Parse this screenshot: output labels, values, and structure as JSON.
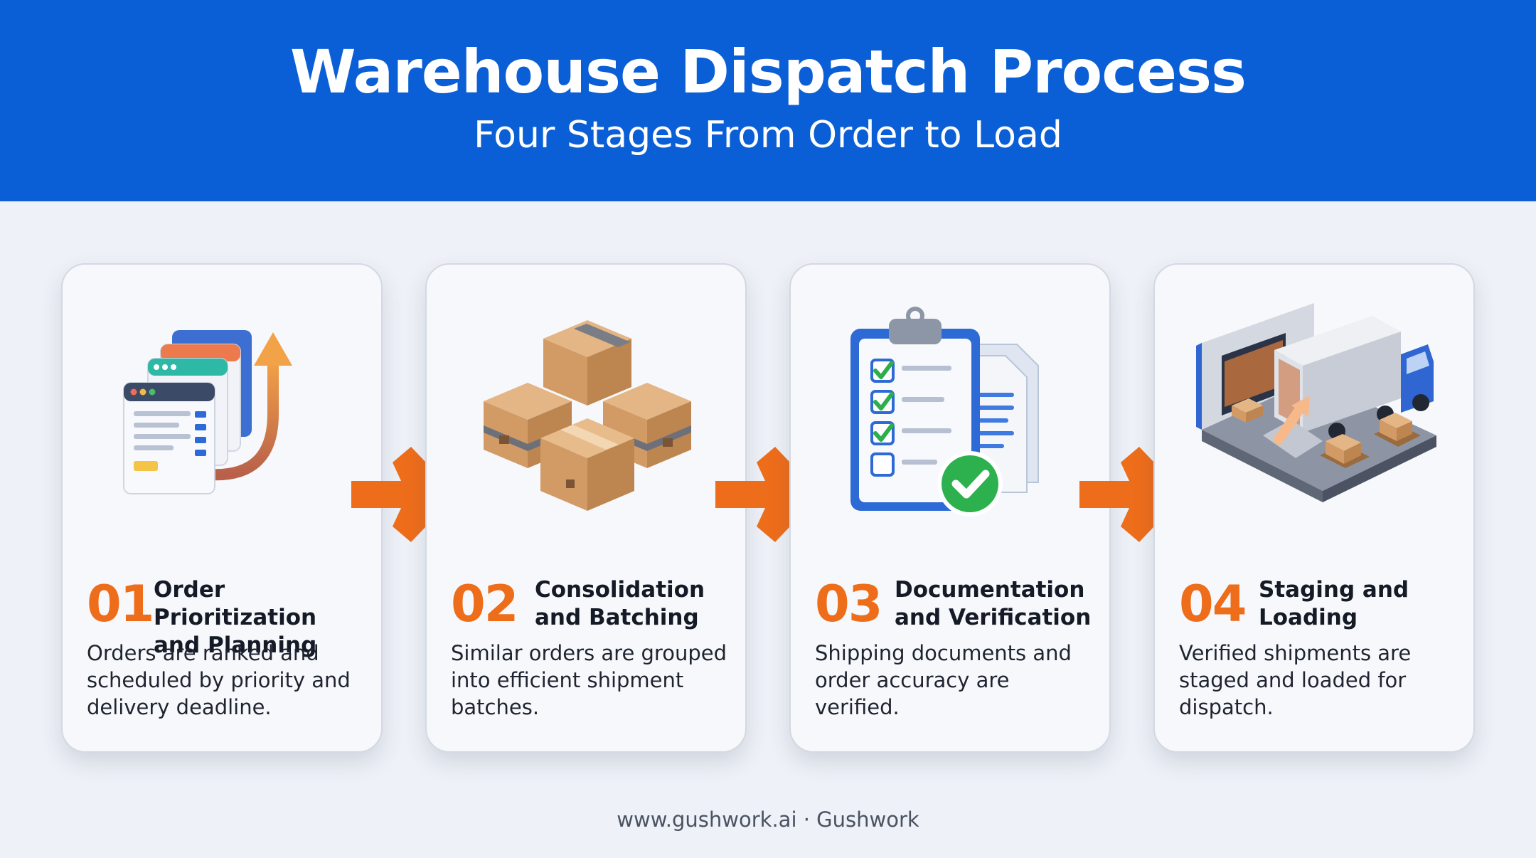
{
  "header": {
    "title": "Warehouse Dispatch Process",
    "subtitle": "Four Stages From Order to Load"
  },
  "steps": [
    {
      "number": "01",
      "title_line1": "Order Prioritization",
      "title_line2": "and Planning",
      "desc_line1": "Orders are ranked and",
      "desc_line2": "scheduled by priority and",
      "desc_line3": "delivery deadline.",
      "icon": "prioritized-orders-icon"
    },
    {
      "number": "02",
      "title_line1": "Consolidation",
      "title_line2": "and Batching",
      "desc_line1": "Similar orders are grouped",
      "desc_line2": "into efficient shipment",
      "desc_line3": "batches.",
      "icon": "stacked-boxes-icon"
    },
    {
      "number": "03",
      "title_line1": "Documentation",
      "title_line2": "and Verification",
      "desc_line1": "Shipping documents and",
      "desc_line2": "order accuracy are",
      "desc_line3": "verified.",
      "icon": "checklist-clipboard-icon"
    },
    {
      "number": "04",
      "title_line1": "Staging and",
      "title_line2": "Loading",
      "desc_line1": "Verified shipments are",
      "desc_line2": "staged and loaded for",
      "desc_line3": "dispatch.",
      "icon": "truck-loading-dock-icon"
    }
  ],
  "footer": {
    "text": "www.gushwork.ai · Gushwork"
  },
  "colors": {
    "header_bg": "#0b5fd6",
    "accent_orange": "#ee6d1a",
    "page_bg": "#eef1f7",
    "card_bg": "#f7f8fb"
  }
}
